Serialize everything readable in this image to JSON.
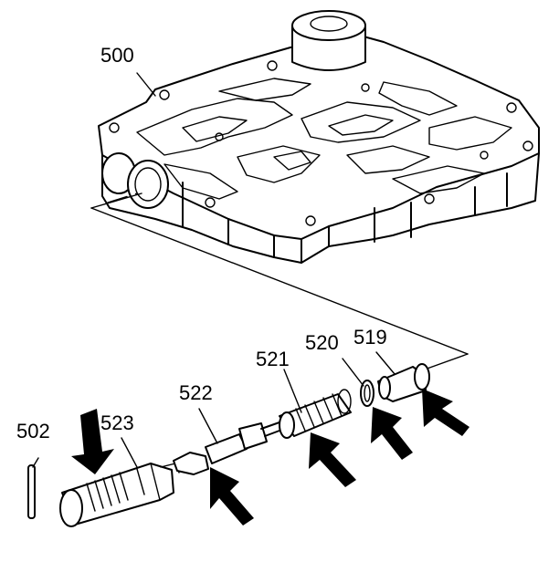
{
  "callouts": {
    "valve_body": "500",
    "roll_pin": "502",
    "sleeve": "523",
    "valve": "522",
    "spring": "521",
    "o_ring": "520",
    "plug": "519"
  },
  "icons": [
    "arrow-icon"
  ]
}
